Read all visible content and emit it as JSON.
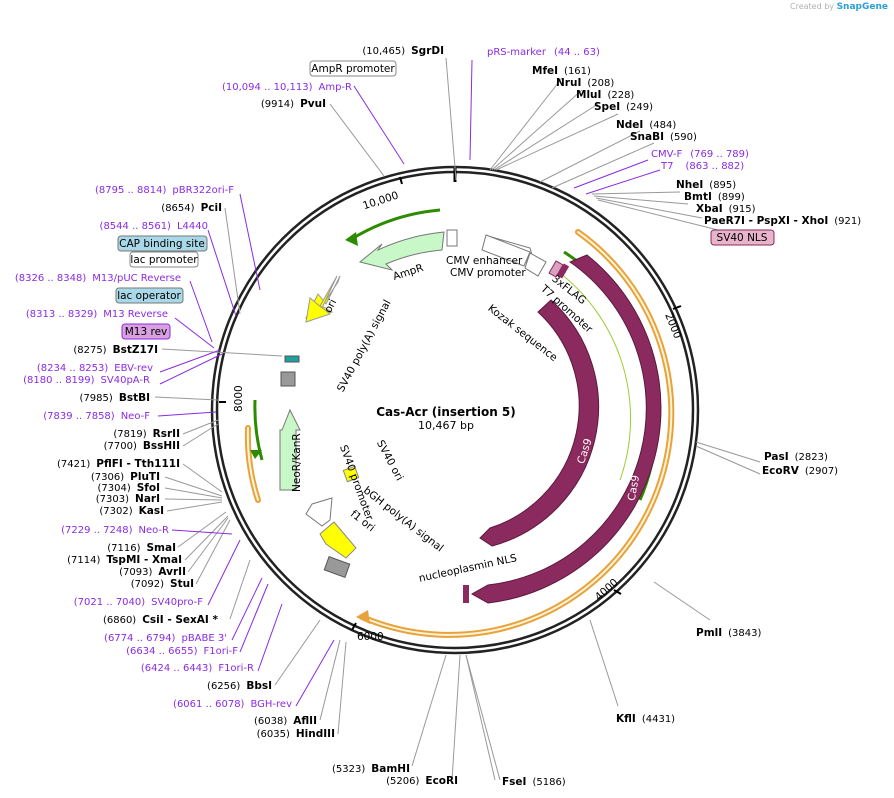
{
  "credit": {
    "prefix": "Created by",
    "brand": "SnapGene"
  },
  "title": "Cas-Acr (insertion 5)",
  "length": "10,467 bp",
  "ring_ticks": [
    "2000",
    "4000",
    "6000",
    "8000",
    "10,000"
  ],
  "sites_left": [
    {
      "pos": "(10,465)",
      "name": "SgrDI"
    },
    {
      "pos": "(9914)",
      "name": "PvuI"
    },
    {
      "pos": "(8654)",
      "name": "PciI"
    },
    {
      "pos": "(8275)",
      "name": "BstZ17I"
    },
    {
      "pos": "(7985)",
      "name": "BstBI"
    },
    {
      "pos": "(7819)",
      "name": "RsrII"
    },
    {
      "pos": "(7700)",
      "name": "BssHII"
    },
    {
      "pos": "(7421)",
      "name": "PflFI  - Tth111I"
    },
    {
      "pos": "(7306)",
      "name": "PluTI"
    },
    {
      "pos": "(7304)",
      "name": "SfoI"
    },
    {
      "pos": "(7303)",
      "name": "NarI"
    },
    {
      "pos": "(7302)",
      "name": "KasI"
    },
    {
      "pos": "(7116)",
      "name": "SmaI"
    },
    {
      "pos": "(7114)",
      "name": "TspMI  - XmaI"
    },
    {
      "pos": "(7093)",
      "name": "AvrII"
    },
    {
      "pos": "(7092)",
      "name": "StuI"
    },
    {
      "pos": "(6860)",
      "name": "CsiI  - SexAI *"
    },
    {
      "pos": "(6256)",
      "name": "BbsI"
    },
    {
      "pos": "(6038)",
      "name": "AflII"
    },
    {
      "pos": "(6035)",
      "name": "HindIII"
    },
    {
      "pos": "(5323)",
      "name": "BamHI"
    },
    {
      "pos": "(5206)",
      "name": "EcoRI"
    }
  ],
  "sites_right": [
    {
      "name": "MfeI",
      "pos": "(161)"
    },
    {
      "name": "NruI",
      "pos": "(208)"
    },
    {
      "name": "MluI",
      "pos": "(228)"
    },
    {
      "name": "SpeI",
      "pos": "(249)"
    },
    {
      "name": "NdeI",
      "pos": "(484)"
    },
    {
      "name": "SnaBI",
      "pos": "(590)"
    },
    {
      "name": "NheI",
      "pos": "(895)"
    },
    {
      "name": "BmtI",
      "pos": "(899)"
    },
    {
      "name": "XbaI",
      "pos": "(915)"
    },
    {
      "name": "PaeR7I  - PspXI  - XhoI",
      "pos": "(921)"
    },
    {
      "name": "PasI",
      "pos": "(2823)"
    },
    {
      "name": "EcoRV",
      "pos": "(2907)"
    },
    {
      "name": "PmlI",
      "pos": "(3843)"
    },
    {
      "name": "KflI",
      "pos": "(4431)"
    },
    {
      "name": "FseI",
      "pos": "(5186)"
    }
  ],
  "primers": [
    {
      "name": "pRS-marker",
      "range": "(44 .. 63)"
    },
    {
      "name": "Amp-R",
      "range": "(10,094 .. 10,113)"
    },
    {
      "name": "CMV-F",
      "range": "(769 .. 789)"
    },
    {
      "name": "T7",
      "range": "(863 .. 882)"
    },
    {
      "name": "pBR322ori-F",
      "range": "(8795 .. 8814)"
    },
    {
      "name": "L4440",
      "range": "(8544 .. 8561)"
    },
    {
      "name": "M13/pUC Reverse",
      "range": "(8326 .. 8348)"
    },
    {
      "name": "M13 Reverse",
      "range": "(8313 .. 8329)"
    },
    {
      "name": "EBV-rev",
      "range": "(8234 .. 8253)"
    },
    {
      "name": "SV40pA-R",
      "range": "(8180 .. 8199)"
    },
    {
      "name": "Neo-F",
      "range": "(7839 .. 7858)"
    },
    {
      "name": "Neo-R",
      "range": "(7229 .. 7248)"
    },
    {
      "name": "SV40pro-F",
      "range": "(7021 .. 7040)"
    },
    {
      "name": "pBABE 3'",
      "range": "(6774 .. 6794)"
    },
    {
      "name": "F1ori-F",
      "range": "(6634 .. 6655)"
    },
    {
      "name": "F1ori-R",
      "range": "(6424 .. 6443)"
    },
    {
      "name": "BGH-rev",
      "range": "(6061 .. 6078)"
    }
  ],
  "boxed_labels": [
    {
      "text": "AmpR promoter"
    },
    {
      "text": "SV40 NLS"
    },
    {
      "text": "CAP binding site"
    },
    {
      "text": "lac promoter"
    },
    {
      "text": "lac operator"
    },
    {
      "text": "M13 rev"
    }
  ],
  "features": {
    "ampr": "AmpR",
    "ori": "ori",
    "cmv_enh": "CMV enhancer",
    "cmv_prom": "CMV promoter",
    "flag": "3xFLAG",
    "t7": "T7 promoter",
    "kozak": "Kozak sequence",
    "cas9_inner": "Cas9",
    "cas9_outer": "Cas9",
    "nls": "nucleoplasmin NLS",
    "sv40pa": "SV40 poly(A) signal",
    "neo": "NeoR/KanR",
    "sv40prom": "SV40 promoter",
    "sv40ori": "SV40 ori",
    "bgh": "bGH poly(A) signal",
    "f1": "f1 ori"
  },
  "colors": {
    "cds": "#8b2a5e",
    "ampr": "#c8f7c8",
    "ori": "#ffff00",
    "orf": "#f0b040",
    "arrow": "#2e8b00",
    "primer": "#8a2be2"
  }
}
